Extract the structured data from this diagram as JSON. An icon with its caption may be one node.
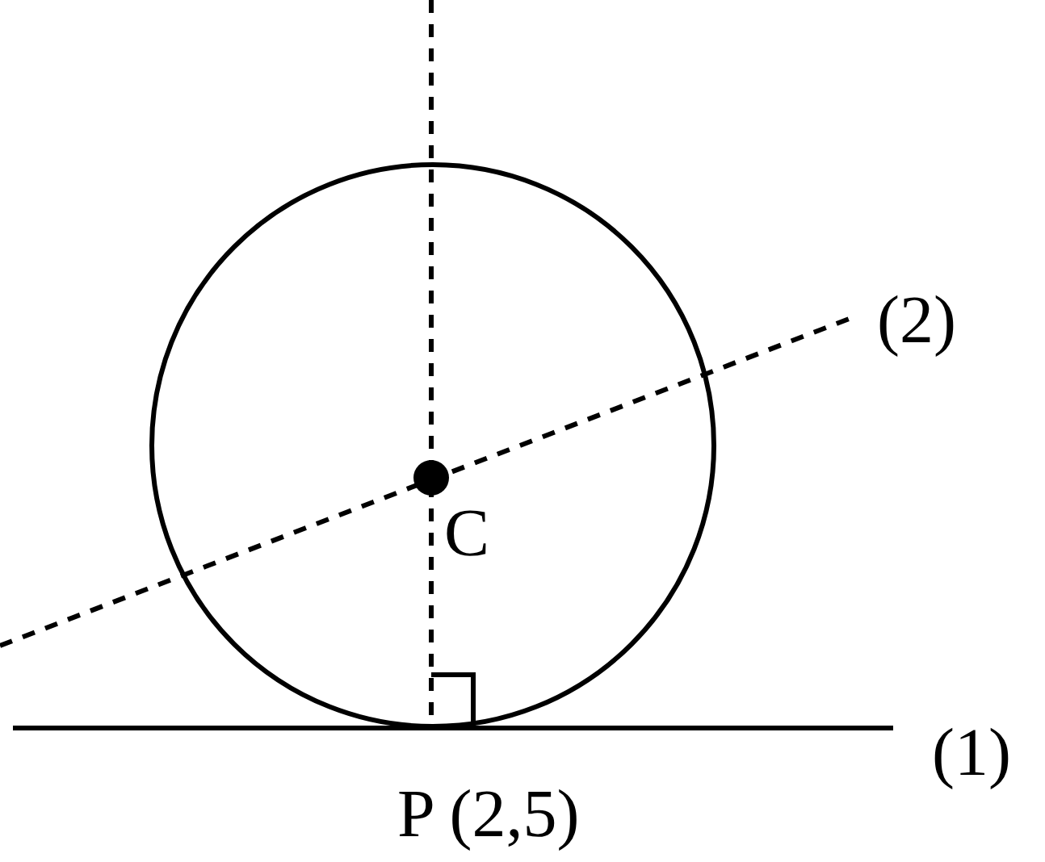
{
  "diagram": {
    "labels": [
      "(2)",
      "C",
      "(1)",
      "P (2,5)"
    ]
  }
}
